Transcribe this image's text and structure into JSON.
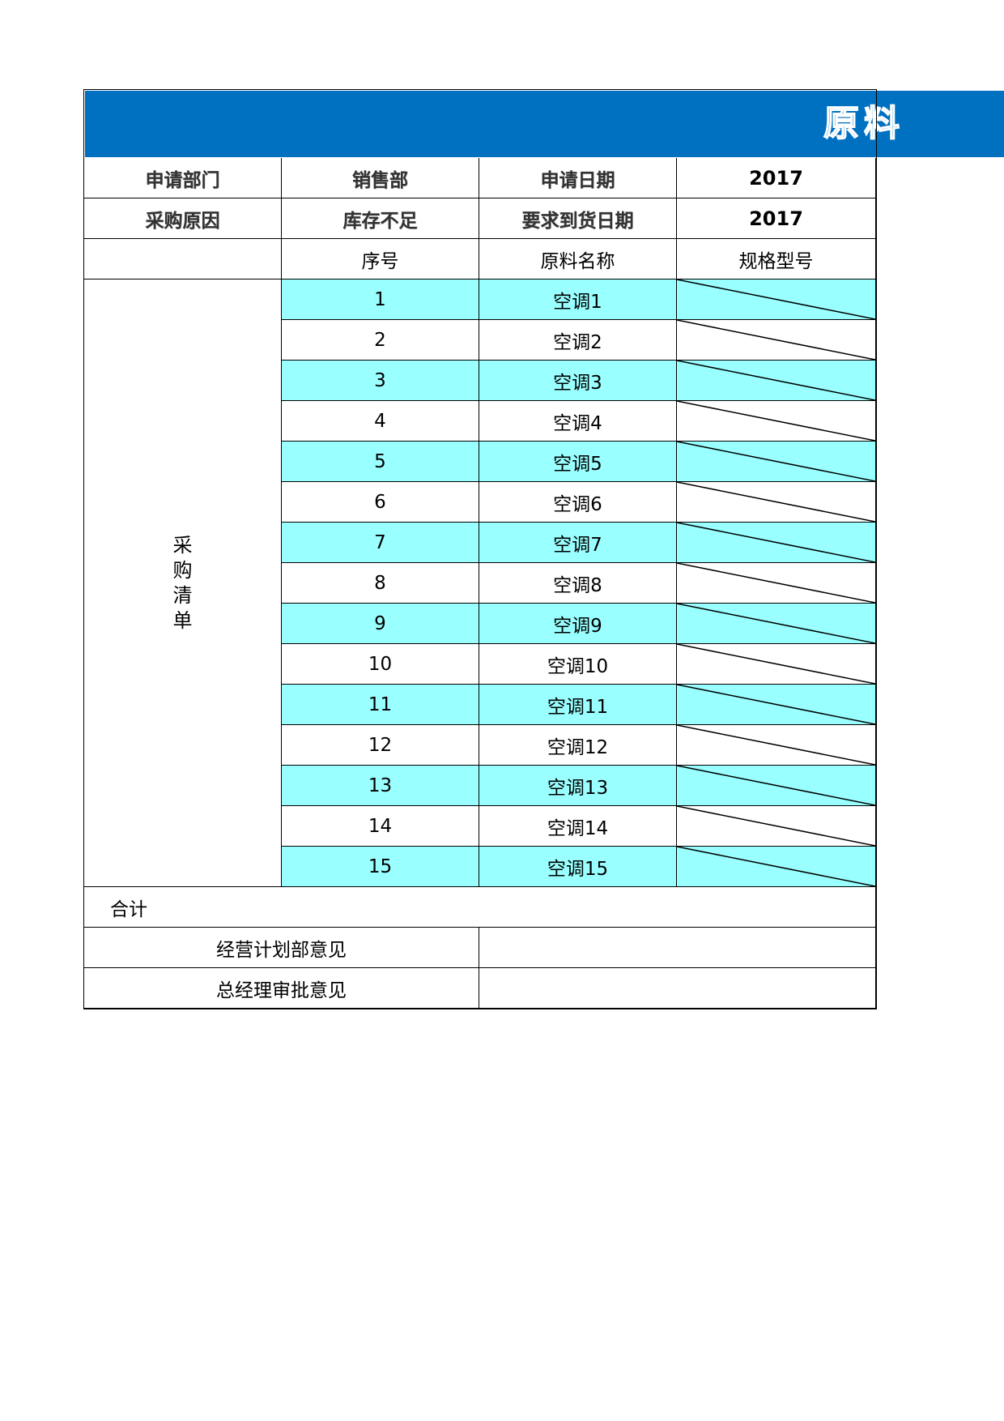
{
  "title": "原料",
  "info": [
    {
      "label": "申请部门",
      "value": "销售部",
      "label2": "申请日期",
      "value2": "2017"
    },
    {
      "label": "采购原因",
      "value": "库存不足",
      "label2": "要求到货日期",
      "value2": "2017"
    }
  ],
  "columns": {
    "blank": "",
    "seq": "序号",
    "name": "原料名称",
    "spec": "规格型号"
  },
  "section_label": [
    "采",
    "购",
    "清",
    "单"
  ],
  "items": [
    {
      "seq": "1",
      "name": "空调1"
    },
    {
      "seq": "2",
      "name": "空调2"
    },
    {
      "seq": "3",
      "name": "空调3"
    },
    {
      "seq": "4",
      "name": "空调4"
    },
    {
      "seq": "5",
      "name": "空调5"
    },
    {
      "seq": "6",
      "name": "空调6"
    },
    {
      "seq": "7",
      "name": "空调7"
    },
    {
      "seq": "8",
      "name": "空调8"
    },
    {
      "seq": "9",
      "name": "空调9"
    },
    {
      "seq": "10",
      "name": "空调10"
    },
    {
      "seq": "11",
      "name": "空调11"
    },
    {
      "seq": "12",
      "name": "空调12"
    },
    {
      "seq": "13",
      "name": "空调13"
    },
    {
      "seq": "14",
      "name": "空调14"
    },
    {
      "seq": "15",
      "name": "空调15"
    }
  ],
  "total_label": "合计",
  "opinions": [
    {
      "label": "经营计划部意见",
      "value": ""
    },
    {
      "label": "总经理审批意见",
      "value": ""
    }
  ],
  "colors": {
    "banner": "#0070c0",
    "band": "#99ffff"
  }
}
